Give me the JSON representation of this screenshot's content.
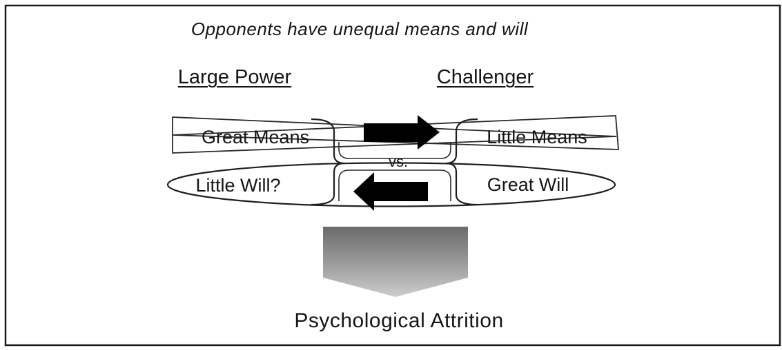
{
  "title": "Opponents have unequal means and will",
  "columns": {
    "left": "Large Power",
    "right": "Challenger"
  },
  "means_row": {
    "left_label": "Great Means",
    "right_label": "Little Means",
    "arrow_icon": "right-arrow",
    "arrow_direction": "left-to-right"
  },
  "versus_label": "vs.",
  "will_row": {
    "left_label": "Little Will?",
    "right_label": "Great Will",
    "arrow_icon": "left-arrow",
    "arrow_direction": "right-to-left"
  },
  "outcome": {
    "label": "Psychological Attrition",
    "arrow_icon": "down-arrow"
  },
  "colors": {
    "ink": "#151515",
    "background": "#ffffff",
    "solid_arrow": "#000000",
    "gradient_arrow_top": "#6b6b6b",
    "gradient_arrow_bottom": "#cdcdcd"
  }
}
